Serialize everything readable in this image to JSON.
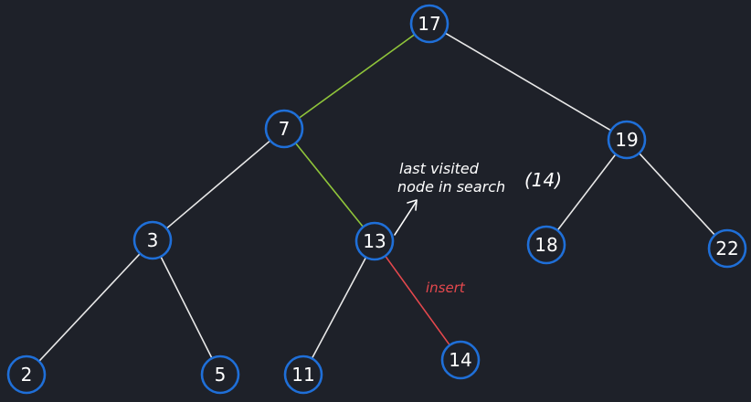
{
  "colors": {
    "background": "#1e2129",
    "node_border": "#1f6fd8",
    "default_edge": "#e8e8e8",
    "search_path_edge": "#8fc43a",
    "insert_edge": "#e5484d",
    "text": "#ffffff",
    "insert_text": "#e5484d"
  },
  "nodes": [
    {
      "id": "n17",
      "label": "17"
    },
    {
      "id": "n7",
      "label": "7"
    },
    {
      "id": "n19",
      "label": "19"
    },
    {
      "id": "n3",
      "label": "3"
    },
    {
      "id": "n13",
      "label": "13"
    },
    {
      "id": "n18",
      "label": "18"
    },
    {
      "id": "n22",
      "label": "22"
    },
    {
      "id": "n2",
      "label": "2"
    },
    {
      "id": "n5",
      "label": "5"
    },
    {
      "id": "n11",
      "label": "11"
    },
    {
      "id": "n14",
      "label": "14"
    }
  ],
  "edges": [
    {
      "from": "n17",
      "to": "n7",
      "kind": "search"
    },
    {
      "from": "n17",
      "to": "n19",
      "kind": "default"
    },
    {
      "from": "n7",
      "to": "n3",
      "kind": "default"
    },
    {
      "from": "n7",
      "to": "n13",
      "kind": "search"
    },
    {
      "from": "n19",
      "to": "n18",
      "kind": "default"
    },
    {
      "from": "n19",
      "to": "n22",
      "kind": "default"
    },
    {
      "from": "n3",
      "to": "n2",
      "kind": "default"
    },
    {
      "from": "n3",
      "to": "n5",
      "kind": "default"
    },
    {
      "from": "n13",
      "to": "n11",
      "kind": "default"
    },
    {
      "from": "n13",
      "to": "n14",
      "kind": "insert"
    }
  ],
  "annotations": {
    "last_visited_line1": "last visited",
    "last_visited_line2": "node in search",
    "last_visited_paren": "(14)",
    "insert": "insert"
  }
}
